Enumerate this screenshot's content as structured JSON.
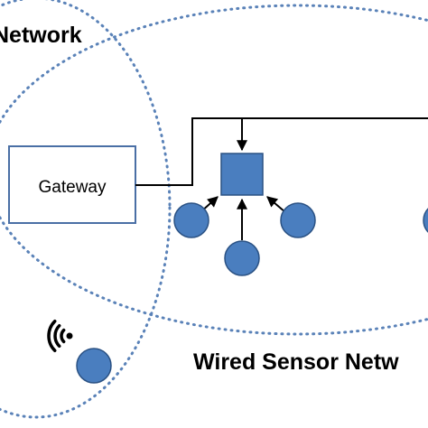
{
  "diagram": {
    "labels": {
      "wireless_network": "Network",
      "wired_sensor_network": "Wired Sensor Netw",
      "gateway": "Gateway"
    },
    "icons": {
      "wireless": "wifi-icon"
    },
    "colors": {
      "node_fill": "#4a7ebf",
      "node_stroke": "#2b5284",
      "ellipse_dots": "#5a82b8",
      "line": "#000000"
    }
  }
}
